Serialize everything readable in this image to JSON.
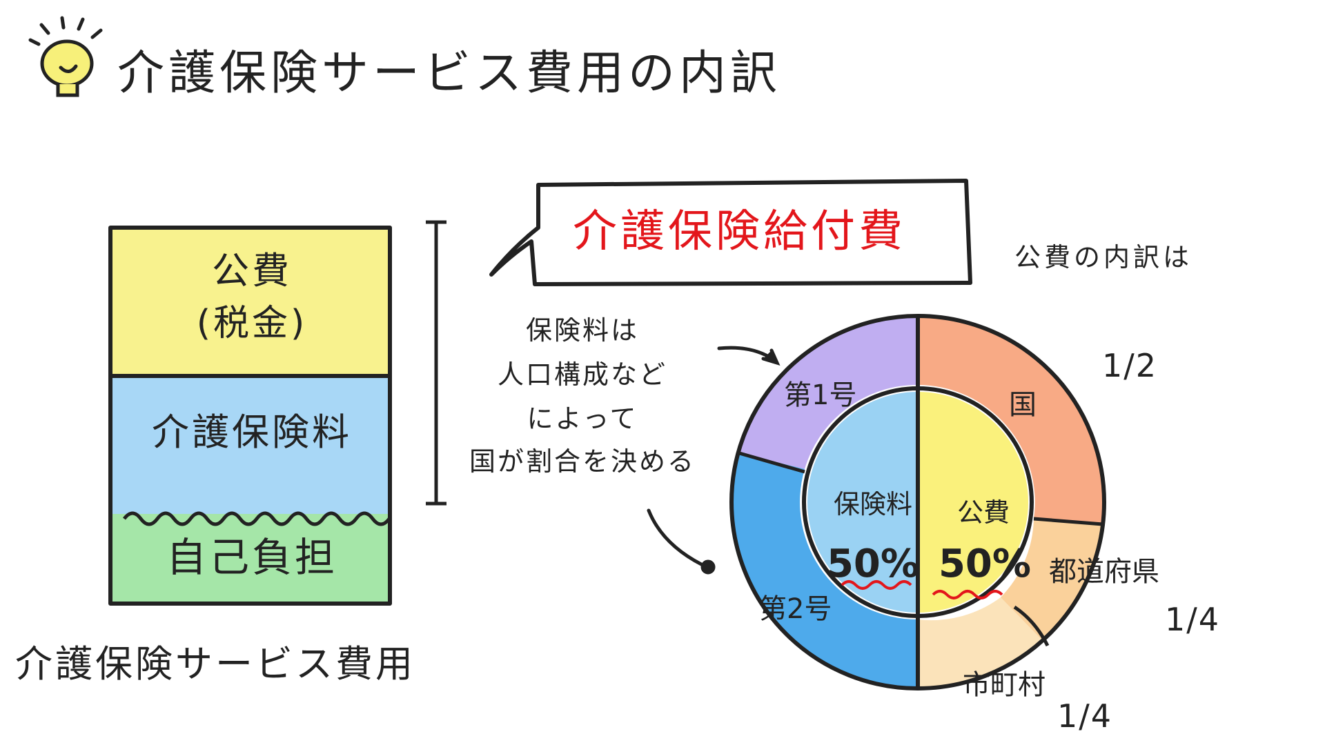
{
  "title": "介護保険サービス費用の内訳",
  "stack": {
    "caption": "介護保険サービス費用",
    "blocks": [
      {
        "label": "公費",
        "sub": "(税金)",
        "color": "#f7f07a"
      },
      {
        "label": "介護保険料",
        "color": "#9fd3f5"
      },
      {
        "label": "自己負担",
        "color": "#9be39e"
      }
    ]
  },
  "callout": {
    "text": "介護保険給付費",
    "color": "#e3161b"
  },
  "note_lines": [
    "保険料は",
    "人口構成など",
    "によって",
    "国が割合を決める"
  ],
  "kouhi_note": "公費の内訳は",
  "donut": {
    "inner": [
      {
        "label": "保険料",
        "value": "50%",
        "color": "#8fcdf2"
      },
      {
        "label": "公費",
        "value": "50%",
        "color": "#f9ef6e"
      }
    ],
    "outer_left": [
      {
        "label": "第1号",
        "color": "#b9a5f0"
      },
      {
        "label": "第2号",
        "color": "#2f9be8"
      }
    ],
    "outer_right": [
      {
        "label": "国",
        "fraction": "1/2",
        "color": "#f79b70"
      },
      {
        "label": "都道府県",
        "fraction": "1/4",
        "color": "#f9c98a"
      },
      {
        "label": "市町村",
        "fraction": "1/4",
        "color": "#fbe0b3"
      }
    ]
  }
}
